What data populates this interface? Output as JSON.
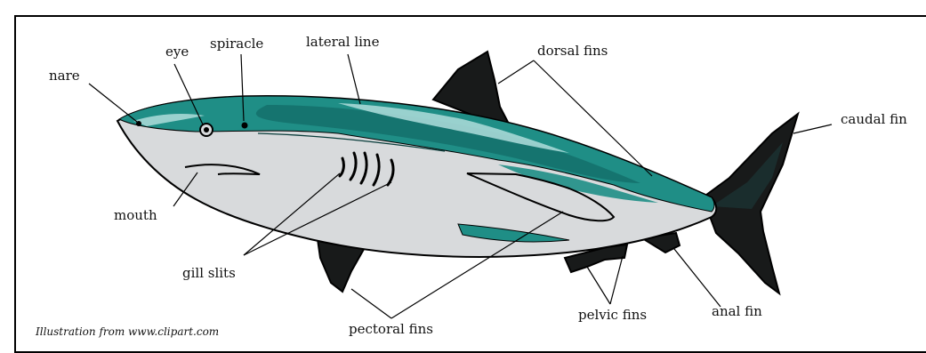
{
  "labels": {
    "nare": "nare",
    "eye": "eye",
    "spiracle": "spiracle",
    "lateral_line": "lateral line",
    "dorsal_fins": "dorsal fins",
    "caudal_fin": "caudal fin",
    "mouth": "mouth",
    "gill_slits": "gill slits",
    "pectoral_fins": "pectoral fins",
    "pelvic_fins": "pelvic fins",
    "anal_fin": "anal fin"
  },
  "credit": "Illustration from www.clipart.com",
  "colors": {
    "belly": "#d8dadc",
    "back": "#1f8e86",
    "back_dark": "#0d5e5c",
    "highlight": "#a6d8d6",
    "fin": "#181a1a",
    "outline": "#000000"
  }
}
